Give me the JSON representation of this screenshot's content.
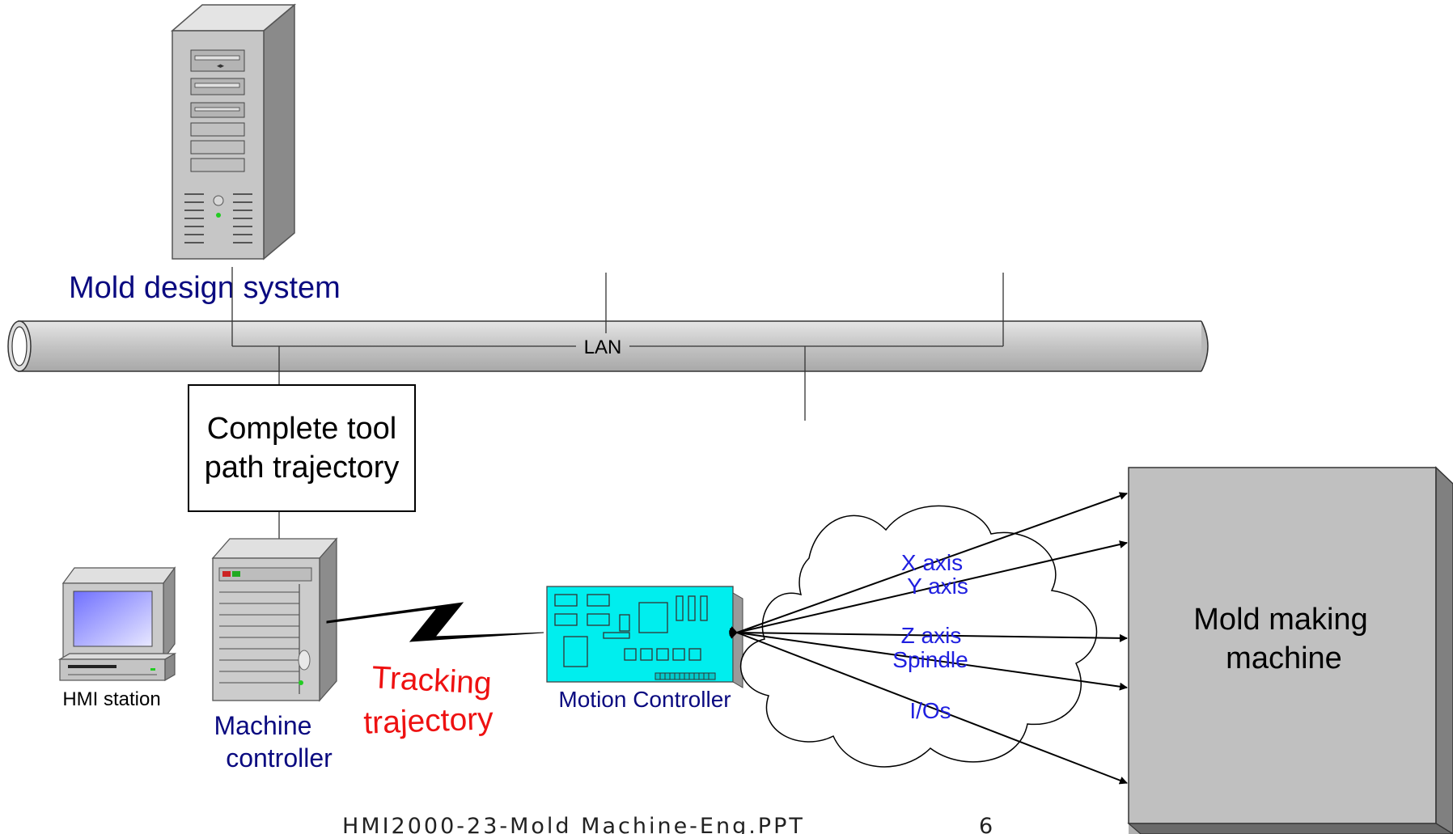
{
  "labels": {
    "mold_design_system": "Mold design system",
    "lan": "LAN",
    "tool_path_line1": "Complete tool",
    "tool_path_line2": "path trajectory",
    "hmi_station": "HMI station",
    "machine_controller_line1": "Machine",
    "machine_controller_line2": "controller",
    "tracking_line1": "Tracking",
    "tracking_line2": "trajectory",
    "motion_controller": "Motion Controller",
    "x_axis": "X axis",
    "y_axis": "Y axis",
    "z_axis": "Z axis",
    "spindle": "Spindle",
    "ios": "I/Os",
    "mold_machine_line1": "Mold making",
    "mold_machine_line2": "machine"
  },
  "footer": {
    "filename": "HMI2000-23-Mold Machine-Eng.PPT",
    "page_number": "6"
  },
  "colors": {
    "label_navy": "#0a0a80",
    "label_blue": "#2020e0",
    "tracking_red": "#ee1111",
    "lan_pipe": "#c8c8c8",
    "board_cyan": "#00eeee",
    "machine_gray": "#c0c0c0"
  },
  "icons": [
    "tower-server-icon",
    "hmi-monitor-icon",
    "machine-controller-server-icon",
    "motion-controller-board-icon",
    "cloud-icon",
    "lightning-bolt-icon"
  ]
}
